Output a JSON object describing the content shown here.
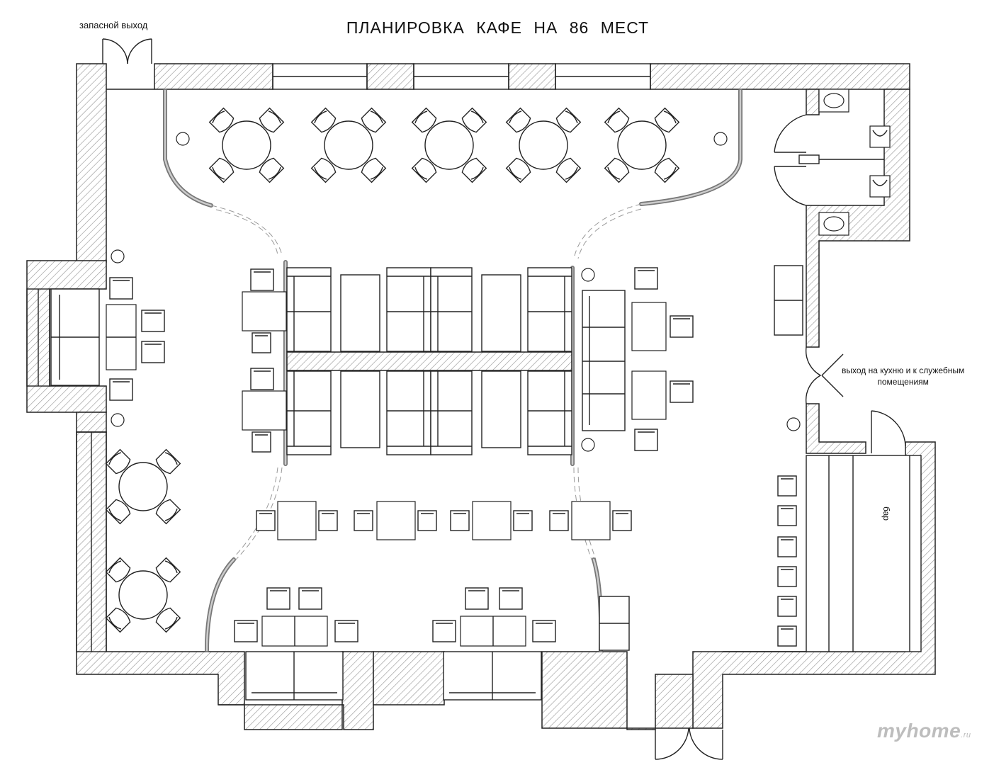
{
  "title": "ПЛАНИРОВКА   КАФЕ    НА  86  МЕСТ",
  "labels": {
    "emergency_exit": "запасной выход",
    "kitchen_exit_line1": "выход на кухню и к служебным",
    "kitchen_exit_line2": "помещениям",
    "bar": "бар"
  },
  "watermark": {
    "main": "myhome",
    "suffix": ".ru"
  },
  "colors": {
    "line": "#222222",
    "hatch": "#9a9a9a",
    "partition": "#777777",
    "watermark": "#bdbdbd"
  }
}
